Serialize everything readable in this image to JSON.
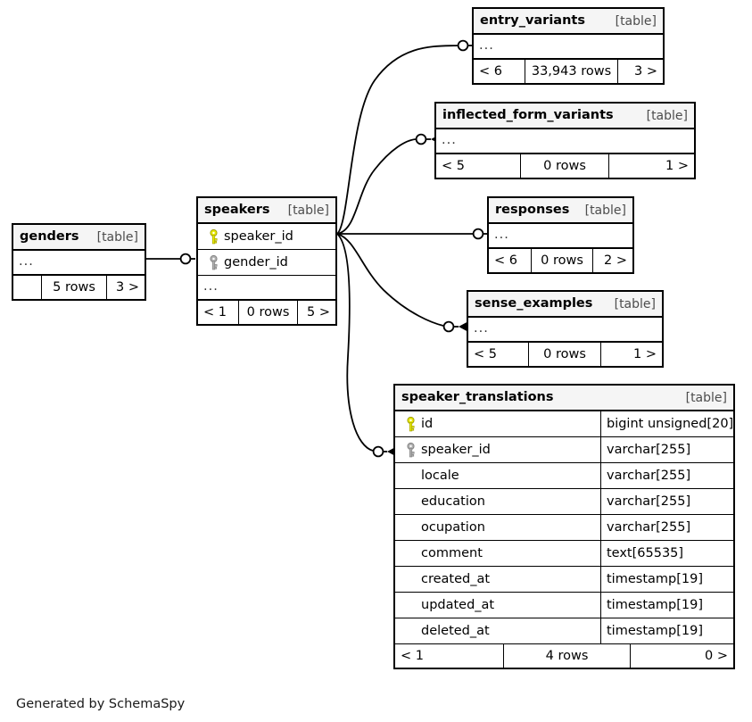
{
  "diagram": {
    "generator_caption": "Generated by SchemaSpy",
    "type_label": "[table]",
    "ellipsis": "...",
    "colors": {
      "node_border": "#000000",
      "title_background": "#f5f5f5",
      "canvas_background": "#ffffff",
      "primary_key_icon": "#e8e800",
      "foreign_key_icon": "#b0b0b0",
      "edge_stroke": "#000000"
    }
  },
  "tables": {
    "entry_variants": {
      "name": "entry_variants",
      "type": "[table]",
      "ellipsis": "...",
      "footer": {
        "left": "< 6",
        "mid": "33,943 rows",
        "right": "3 >"
      }
    },
    "inflected_form_variants": {
      "name": "inflected_form_variants",
      "type": "[table]",
      "ellipsis": "...",
      "footer": {
        "left": "< 5",
        "mid": "0 rows",
        "right": "1 >"
      }
    },
    "responses": {
      "name": "responses",
      "type": "[table]",
      "ellipsis": "...",
      "footer": {
        "left": "< 6",
        "mid": "0 rows",
        "right": "2 >"
      }
    },
    "sense_examples": {
      "name": "sense_examples",
      "type": "[table]",
      "ellipsis": "...",
      "footer": {
        "left": "< 5",
        "mid": "0 rows",
        "right": "1 >"
      }
    },
    "genders": {
      "name": "genders",
      "type": "[table]",
      "ellipsis": "...",
      "footer": {
        "left": "",
        "mid": "5 rows",
        "right": "3 >"
      }
    },
    "speakers": {
      "name": "speakers",
      "type": "[table]",
      "ellipsis": "...",
      "columns": [
        {
          "name": "speaker_id",
          "key": "primary"
        },
        {
          "name": "gender_id",
          "key": "foreign"
        }
      ],
      "footer": {
        "left": "< 1",
        "mid": "0 rows",
        "right": "5 >"
      }
    },
    "speaker_translations": {
      "name": "speaker_translations",
      "type": "[table]",
      "columns": [
        {
          "name": "id",
          "type": "bigint unsigned[20]",
          "key": "primary"
        },
        {
          "name": "speaker_id",
          "type": "varchar[255]",
          "key": "foreign"
        },
        {
          "name": "locale",
          "type": "varchar[255]",
          "key": "none"
        },
        {
          "name": "education",
          "type": "varchar[255]",
          "key": "none"
        },
        {
          "name": "ocupation",
          "type": "varchar[255]",
          "key": "none"
        },
        {
          "name": "comment",
          "type": "text[65535]",
          "key": "none"
        },
        {
          "name": "created_at",
          "type": "timestamp[19]",
          "key": "none"
        },
        {
          "name": "updated_at",
          "type": "timestamp[19]",
          "key": "none"
        },
        {
          "name": "deleted_at",
          "type": "timestamp[19]",
          "key": "none"
        }
      ],
      "footer": {
        "left": "< 1",
        "mid": "4 rows",
        "right": "0 >"
      }
    }
  },
  "relationships": [
    {
      "from": "genders",
      "to": "speakers"
    },
    {
      "from": "speakers",
      "to": "entry_variants"
    },
    {
      "from": "speakers",
      "to": "inflected_form_variants"
    },
    {
      "from": "speakers",
      "to": "responses"
    },
    {
      "from": "speakers",
      "to": "sense_examples"
    },
    {
      "from": "speakers",
      "to": "speaker_translations"
    }
  ]
}
